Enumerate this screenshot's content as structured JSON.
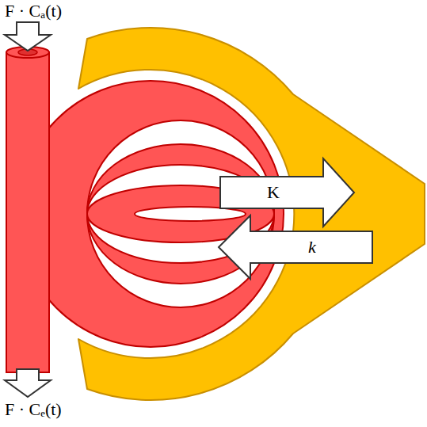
{
  "diagram": {
    "labels": [
      "F · Cₐ(t)",
      "F · Cₑ(t)",
      "K",
      "k"
    ]
  }
}
